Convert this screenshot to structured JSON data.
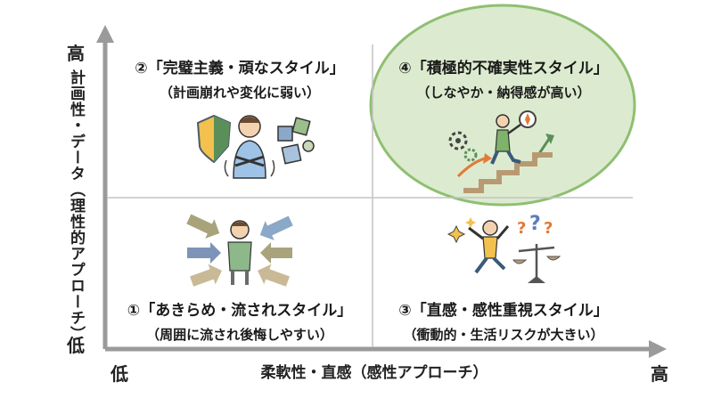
{
  "y_axis": {
    "high": "高",
    "low": "低",
    "label": "計画性・データ（理性的アプローチ）"
  },
  "x_axis": {
    "low": "低",
    "high": "高",
    "label": "柔軟性・直感（感性アプローチ）"
  },
  "quadrants": {
    "q2": {
      "title": "②「完璧主義・頑なスタイル」",
      "subtitle": "（計画崩れや変化に弱い）"
    },
    "q4": {
      "title": "④「積極的不確実性スタイル」",
      "subtitle": "（しなやか・納得感が高い）"
    },
    "q1": {
      "title": "①「あきらめ・流されスタイル」",
      "subtitle": "（周囲に流され後悔しやすい）"
    },
    "q3": {
      "title": "③「直感・感性重視スタイル」",
      "subtitle": "（衝動的・生活リスクが大きい）"
    }
  },
  "colors": {
    "highlight_fill": "#dcebcf",
    "highlight_stroke": "#8fbf72",
    "axis": "#9a9a9a",
    "grid": "#c4c4c4"
  },
  "icons": {
    "q2": [
      "shield-icon",
      "person-crossed-arms-icon",
      "puzzle-icon"
    ],
    "q4": [
      "gears-icon",
      "person-climbing-stairs-icon",
      "compass-icon",
      "arrows-up-icon"
    ],
    "q1": [
      "arrows-pushing-icon",
      "person-sad-icon"
    ],
    "q3": [
      "person-jumping-icon",
      "sparkles-icon",
      "question-marks-icon",
      "balance-scale-icon"
    ]
  }
}
